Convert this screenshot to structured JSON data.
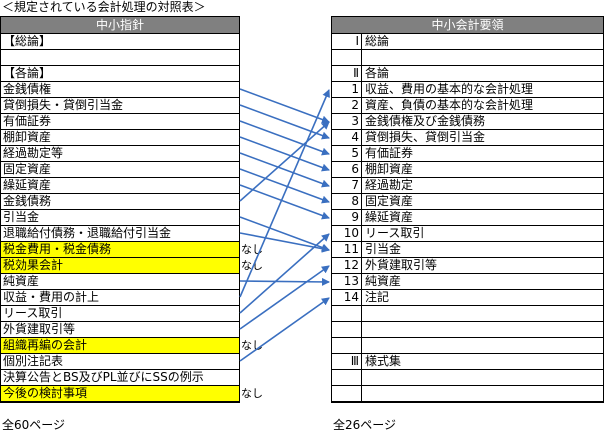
{
  "caption": "＜規定されている会計処理の対照表＞",
  "left": {
    "header": "中小指針",
    "rows": [
      {
        "text": "【総論】",
        "yellow": false,
        "note": ""
      },
      {
        "text": "",
        "yellow": false,
        "note": ""
      },
      {
        "text": "【各論】",
        "yellow": false,
        "note": ""
      },
      {
        "text": "金銭債権",
        "yellow": false,
        "note": ""
      },
      {
        "text": "貸倒損失・貸倒引当金",
        "yellow": false,
        "note": ""
      },
      {
        "text": "有価証券",
        "yellow": false,
        "note": ""
      },
      {
        "text": "棚卸資産",
        "yellow": false,
        "note": ""
      },
      {
        "text": "経過勘定等",
        "yellow": false,
        "note": ""
      },
      {
        "text": "固定資産",
        "yellow": false,
        "note": ""
      },
      {
        "text": "繰延資産",
        "yellow": false,
        "note": ""
      },
      {
        "text": "金銭債務",
        "yellow": false,
        "note": ""
      },
      {
        "text": "引当金",
        "yellow": false,
        "note": ""
      },
      {
        "text": "退職給付債務・退職給付引当金",
        "yellow": false,
        "note": ""
      },
      {
        "text": "税金費用・税金債務",
        "yellow": true,
        "note": "なし"
      },
      {
        "text": "税効果会計",
        "yellow": true,
        "note": "なし"
      },
      {
        "text": "純資産",
        "yellow": false,
        "note": ""
      },
      {
        "text": "収益・費用の計上",
        "yellow": false,
        "note": ""
      },
      {
        "text": "リース取引",
        "yellow": false,
        "note": ""
      },
      {
        "text": "外貨建取引等",
        "yellow": false,
        "note": ""
      },
      {
        "text": "組織再編の会計",
        "yellow": true,
        "note": "なし"
      },
      {
        "text": "個別注記表",
        "yellow": false,
        "note": ""
      },
      {
        "text": "決算公告とBS及びPL並びにSSの例示",
        "yellow": false,
        "note": ""
      },
      {
        "text": "今後の検討事項",
        "yellow": true,
        "note": "なし"
      }
    ],
    "footer": "全60ページ"
  },
  "right": {
    "header": "中小会計要領",
    "rows": [
      {
        "num": "Ⅰ",
        "text": "総論"
      },
      {
        "num": "",
        "text": ""
      },
      {
        "num": "Ⅱ",
        "text": "各論"
      },
      {
        "num": "1",
        "text": "収益、費用の基本的な会計処理"
      },
      {
        "num": "2",
        "text": "資産、負債の基本的な会計処理"
      },
      {
        "num": "3",
        "text": "金銭債権及び金銭債務"
      },
      {
        "num": "4",
        "text": "貸倒損失、貸倒引当金"
      },
      {
        "num": "5",
        "text": "有価証券"
      },
      {
        "num": "6",
        "text": "棚卸資産"
      },
      {
        "num": "7",
        "text": "経過勘定"
      },
      {
        "num": "8",
        "text": "固定資産"
      },
      {
        "num": "9",
        "text": "繰延資産"
      },
      {
        "num": "10",
        "text": "リース取引"
      },
      {
        "num": "11",
        "text": "引当金"
      },
      {
        "num": "12",
        "text": "外貨建取引等"
      },
      {
        "num": "13",
        "text": "純資産"
      },
      {
        "num": "14",
        "text": "注記"
      },
      {
        "num": "",
        "text": ""
      },
      {
        "num": "",
        "text": ""
      },
      {
        "num": "",
        "text": ""
      },
      {
        "num": "Ⅲ",
        "text": "様式集"
      },
      {
        "num": "",
        "text": ""
      },
      {
        "num": "",
        "text": ""
      }
    ],
    "footer": "全26ページ"
  },
  "arrows": [
    [
      3,
      5
    ],
    [
      4,
      6
    ],
    [
      5,
      7
    ],
    [
      6,
      8
    ],
    [
      7,
      9
    ],
    [
      8,
      10
    ],
    [
      9,
      11
    ],
    [
      10,
      5
    ],
    [
      11,
      13
    ],
    [
      12,
      13
    ],
    [
      15,
      15
    ],
    [
      16,
      3
    ],
    [
      17,
      12
    ],
    [
      18,
      14
    ],
    [
      20,
      16
    ]
  ],
  "colors": {
    "arrow": "#3a6fc0",
    "header_bg": "#808080",
    "highlight": "#ffff00"
  }
}
